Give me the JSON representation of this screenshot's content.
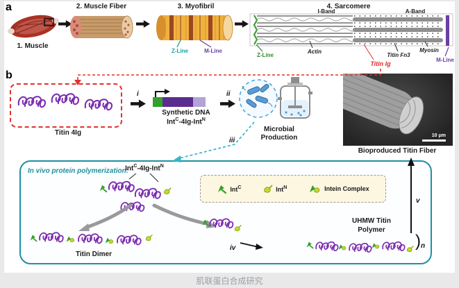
{
  "caption": "肌联蛋白合成研究",
  "a": {
    "panel": "a",
    "step1": "1. Muscle",
    "step2": "2. Muscle Fiber",
    "step3": "3. Myofibril",
    "step4": "4. Sarcomere",
    "myofibril_z": "Z-Line",
    "myofibril_m": "M-Line",
    "i_band": "I-Band",
    "a_band": "A-Band",
    "z_line": "Z-Line",
    "actin": "Actin",
    "titin_fn3": "Titin Fn3",
    "myosin": "Myosin",
    "m_line": "M-Line",
    "titin_ig": "Titin Ig"
  },
  "b": {
    "panel": "b",
    "titin_4ig": "Titin 4Ig",
    "roman_i": "i",
    "roman_ii": "ii",
    "roman_iii": "iii",
    "roman_iv": "iv",
    "roman_v": "v",
    "synthetic_dna": "Synthetic DNA",
    "construct": {
      "p1": "Int",
      "s1": "C",
      "p2": "-4Ig-Int",
      "s2": "N"
    },
    "microbial_line1": "Microbial",
    "microbial_line2": "Production",
    "sem_scale": "10 μm",
    "sem_caption": "Bioproduced Titin Fiber",
    "box_title": "In vivo protein polymerization:",
    "legend": {
      "intc_p": "Int",
      "intc_s": "C",
      "intn_p": "Int",
      "intn_s": "N",
      "complex": "Intein Complex"
    },
    "titin_dimer": "Titin Dimer",
    "uhmw_line1": "UHMW Titin",
    "uhmw_line2": "Polymer",
    "close_paren": ")",
    "n_subscript": "n"
  },
  "colors": {
    "accent_teal": "#1f8fa0",
    "dashed_red": "#e03030",
    "dashed_cyan": "#35b6c9",
    "protein_purple": "#7d2fb0",
    "intein_green": "#33a02c",
    "intein_yellow": "#c8d82e",
    "z_line_green": "#2e8b2e",
    "m_line_purple": "#6a3fa0",
    "titin_red": "#e02b2b"
  }
}
